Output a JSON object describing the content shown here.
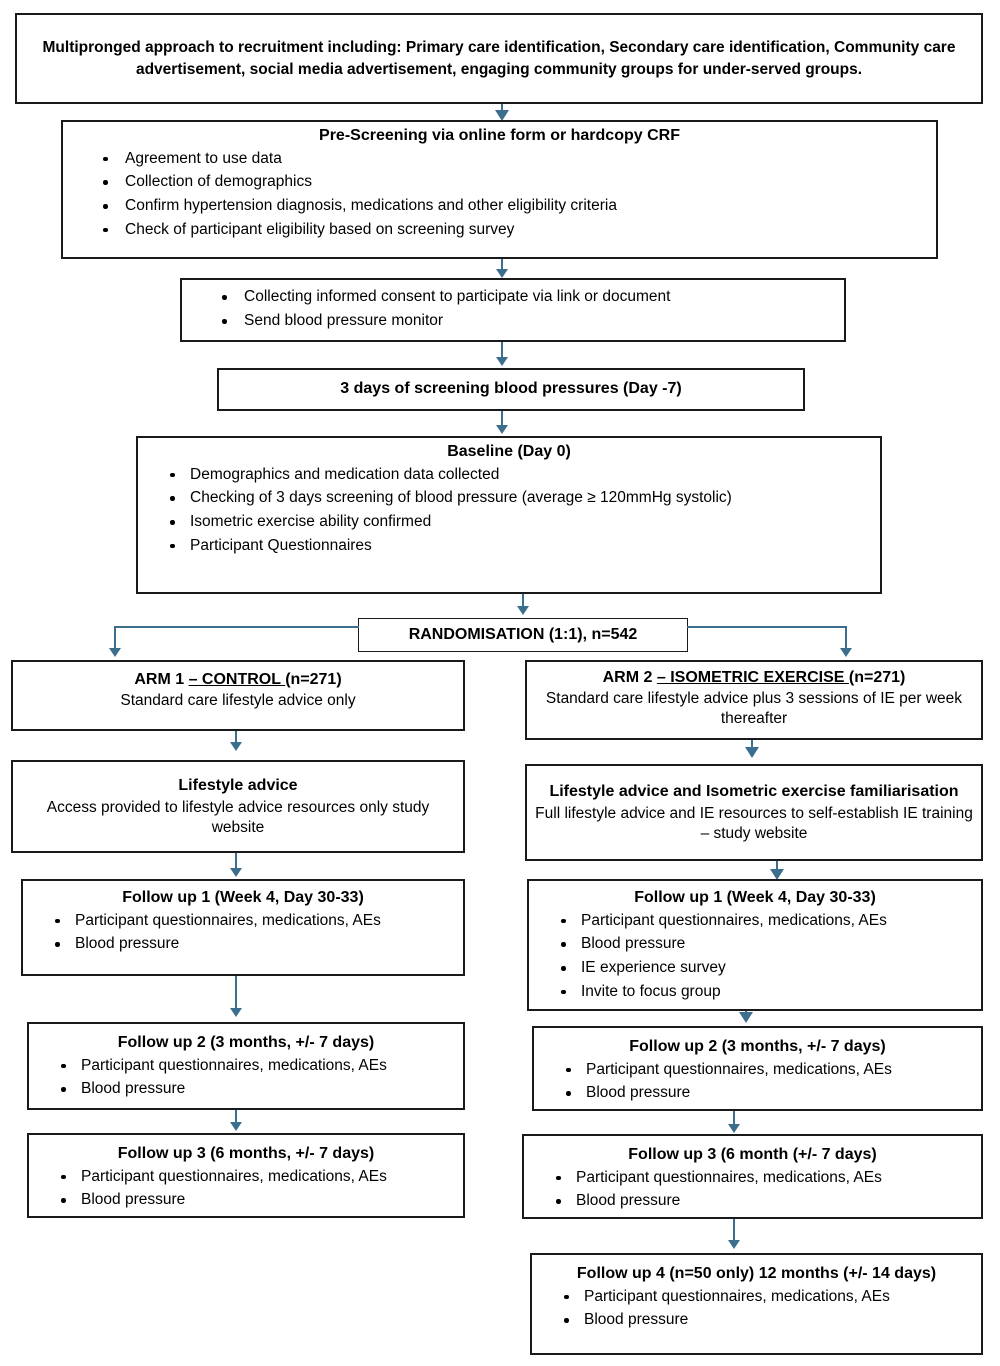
{
  "accent_color": "#3C6E8E",
  "border_color": "#1a1a1a",
  "flow": {
    "recruitment": {
      "text": "Multipronged approach to recruitment including: Primary care identification, Secondary care identification, Community care advertisement, social media advertisement, engaging community groups for under-served groups."
    },
    "prescreening": {
      "title": "Pre-Screening via online form or hardcopy CRF",
      "items": [
        "Agreement to use data",
        "Collection of demographics",
        "Confirm hypertension diagnosis, medications and other eligibility criteria",
        "Check of participant eligibility based on screening survey"
      ]
    },
    "consent": {
      "items": [
        "Collecting informed consent to participate via link or document",
        "Send blood pressure monitor"
      ]
    },
    "screening_bp": {
      "title": "3 days of screening blood pressures (Day -7)"
    },
    "baseline": {
      "title": "Baseline (Day 0)",
      "items": [
        "Demographics and medication data collected",
        "Checking of 3 days screening of blood pressure (average ≥ 120mmHg systolic)",
        "Isometric exercise ability confirmed",
        "Participant Questionnaires"
      ]
    },
    "randomisation": {
      "title": "RANDOMISATION (1:1), n=542"
    },
    "arm1": {
      "title_prefix": "ARM 1 ",
      "title_underlined": "– CONTROL ",
      "title_suffix": "(n=271)",
      "subtitle": "Standard care lifestyle advice only"
    },
    "arm2": {
      "title_prefix": "ARM 2 ",
      "title_underlined": "– ISOMETRIC EXERCISE ",
      "title_suffix": "(n=271)",
      "subtitle": "Standard care lifestyle advice plus 3 sessions of IE per week thereafter"
    },
    "arm1_lifestyle": {
      "title": "Lifestyle advice",
      "body": "Access provided to lifestyle advice resources only study website"
    },
    "arm2_lifestyle": {
      "title": "Lifestyle advice and Isometric exercise familiarisation",
      "body": "Full lifestyle advice and IE resources to self-establish IE training – study website"
    },
    "arm1_fu1": {
      "title": "Follow up 1 (Week 4, Day 30-33)",
      "items": [
        "Participant questionnaires, medications, AEs",
        "Blood pressure"
      ]
    },
    "arm2_fu1": {
      "title": "Follow up 1 (Week 4, Day 30-33)",
      "items": [
        "Participant questionnaires, medications, AEs",
        "Blood pressure",
        "IE experience survey",
        "Invite to focus group"
      ]
    },
    "arm1_fu2": {
      "title": "Follow up 2 (3 months, +/- 7 days)",
      "items": [
        "Participant questionnaires, medications, AEs",
        "Blood pressure"
      ]
    },
    "arm2_fu2": {
      "title": "Follow up 2 (3 months, +/- 7 days)",
      "items": [
        "Participant questionnaires, medications, AEs",
        "Blood pressure"
      ]
    },
    "arm1_fu3": {
      "title": "Follow up 3 (6 months, +/- 7 days)",
      "items": [
        "Participant questionnaires, medications, AEs",
        "Blood pressure"
      ]
    },
    "arm2_fu3": {
      "title": "Follow up 3 (6 month (+/- 7 days)",
      "items": [
        "Participant questionnaires, medications, AEs",
        "Blood pressure"
      ]
    },
    "arm2_fu4": {
      "title": "Follow up 4 (n=50 only) 12 months (+/- 14 days)",
      "items": [
        "Participant questionnaires, medications, AEs",
        "Blood pressure"
      ]
    }
  }
}
